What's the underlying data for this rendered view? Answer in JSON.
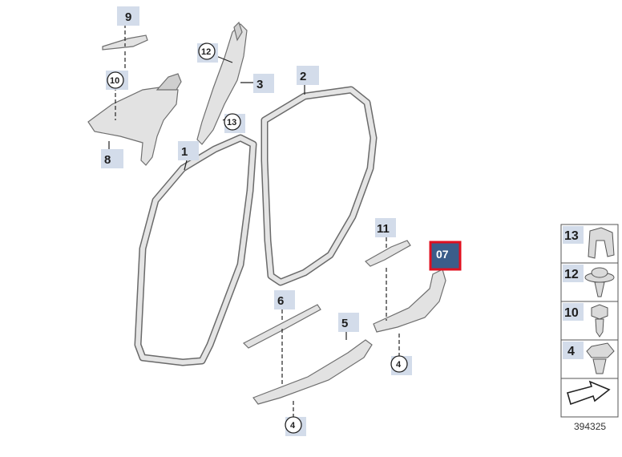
{
  "callouts": {
    "p9": "9",
    "p10": "10",
    "p8": "8",
    "p12": "12",
    "p3": "3",
    "p13": "13",
    "p1": "1",
    "p2": "2",
    "p11": "11",
    "p6": "6",
    "p5": "5",
    "p4a": "4",
    "p4b": "4",
    "highlight": "07"
  },
  "legend": {
    "items": [
      {
        "number": "13",
        "icon": "clip-13-icon"
      },
      {
        "number": "12",
        "icon": "clip-12-icon"
      },
      {
        "number": "10",
        "icon": "screw-10-icon"
      },
      {
        "number": "4",
        "icon": "clip-4-icon"
      }
    ],
    "arrow_icon": "arrow-icon"
  },
  "diagram_id": "394325",
  "colors": {
    "label_bg": "#d3dcea",
    "highlight_bg": "#3b5d8a",
    "highlight_border": "#e01020",
    "part_fill": "#e2e2e2"
  }
}
